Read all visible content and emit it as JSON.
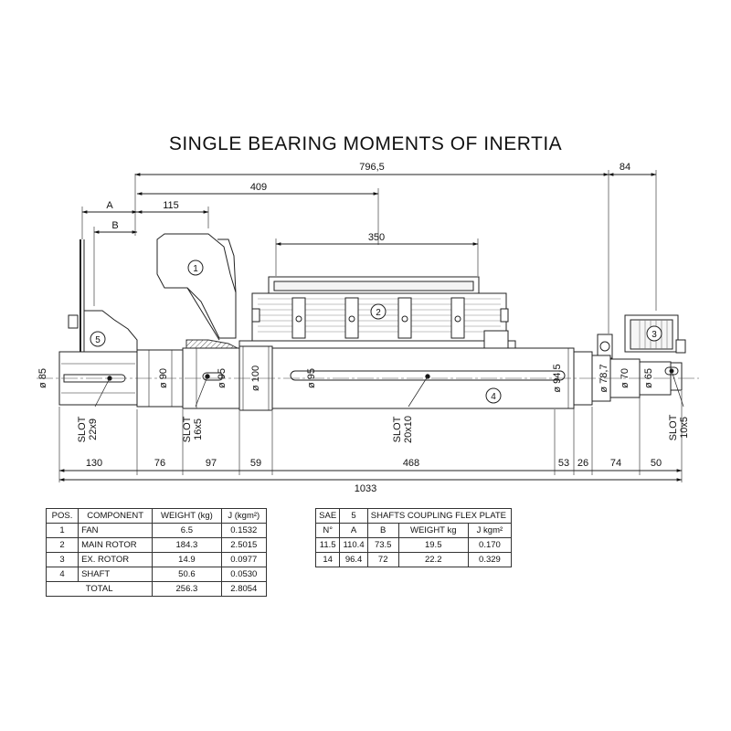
{
  "title": "SINGLE BEARING MOMENTS OF INERTIA",
  "dimensions": {
    "overall_top": "796,5",
    "right_top": "84",
    "d409": "409",
    "d115": "115",
    "dA": "A",
    "dB": "B",
    "d350": "350",
    "bottom_segments": [
      "130",
      "76",
      "97",
      "59",
      "468",
      "53",
      "26",
      "74",
      "50"
    ],
    "overall_bottom": "1033"
  },
  "diameters": [
    "ø 85",
    "ø 90",
    "ø 95",
    "ø 100",
    "ø 95",
    "ø 94,5",
    "ø 78,7",
    "ø 70",
    "ø 65"
  ],
  "slots": [
    {
      "line1": "SLOT",
      "line2": "22x9"
    },
    {
      "line1": "SLOT",
      "line2": "16x5"
    },
    {
      "line1": "SLOT",
      "line2": "20x10"
    },
    {
      "line1": "SLOT",
      "line2": "10x5"
    }
  ],
  "balloons": [
    "1",
    "2",
    "3",
    "4",
    "5"
  ],
  "component_table": {
    "headers": [
      "POS.",
      "COMPONENT",
      "WEIGHT (kg)",
      "J (kgm²)"
    ],
    "rows": [
      [
        "1",
        "FAN",
        "6.5",
        "0.1532"
      ],
      [
        "2",
        "MAIN ROTOR",
        "184.3",
        "2.5015"
      ],
      [
        "3",
        "EX. ROTOR",
        "14.9",
        "0.0977"
      ],
      [
        "4",
        "SHAFT",
        "50.6",
        "0.0530"
      ]
    ],
    "total_label": "TOTAL",
    "total_weight": "256.3",
    "total_j": "2.8054"
  },
  "sae_table": {
    "header_sae": "SAE",
    "header_num": "N°",
    "header_pos": "5",
    "header_title": "SHAFTS COUPLING FLEX PLATE",
    "sub_headers": [
      "A",
      "B",
      "WEIGHT  kg",
      "J  kgm²"
    ],
    "rows": [
      [
        "11.5",
        "110.4",
        "73.5",
        "19.5",
        "0.170"
      ],
      [
        "14",
        "96.4",
        "72",
        "22.2",
        "0.329"
      ]
    ]
  }
}
